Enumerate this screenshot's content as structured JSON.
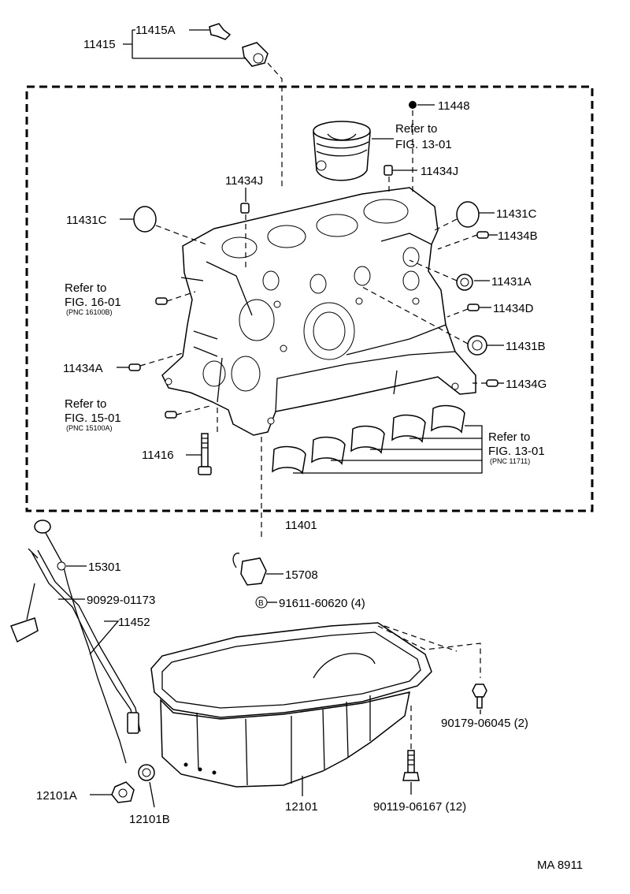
{
  "labels": {
    "p11415": "11415",
    "p11415A": "11415A",
    "p11448": "11448",
    "refer_piston_1": "Refer to",
    "refer_piston_2": "FIG. 13-01",
    "p11434J_top": "11434J",
    "p11434J_left": "11434J",
    "p11431C_left": "11431C",
    "p11431C_right": "11431C",
    "p11434B": "11434B",
    "refer16_1": "Refer to",
    "refer16_2": "FIG. 16-01",
    "refer16_3": "(PNC 16100B)",
    "p11431A": "11431A",
    "p11434D": "11434D",
    "p11431B": "11431B",
    "p11434A": "11434A",
    "p11434G": "11434G",
    "refer15_1": "Refer to",
    "refer15_2": "FIG. 15-01",
    "refer15_3": "(PNC 15100A)",
    "refer13b_1": "Refer to",
    "refer13b_2": "FIG. 13-01",
    "refer13b_3": "(PNC 11711)",
    "p11416": "11416",
    "p11401": "11401",
    "p15301": "15301",
    "p90929": "90929-01173",
    "p15708": "15708",
    "p91611": "91611-60620 (4)",
    "bolt_badge": "B",
    "p11452": "11452",
    "p90179": "90179-06045 (2)",
    "p90119": "90119-06167 (12)",
    "p12101A": "12101A",
    "p12101B": "12101B",
    "p12101": "12101",
    "figure_code": "MA 8911"
  }
}
